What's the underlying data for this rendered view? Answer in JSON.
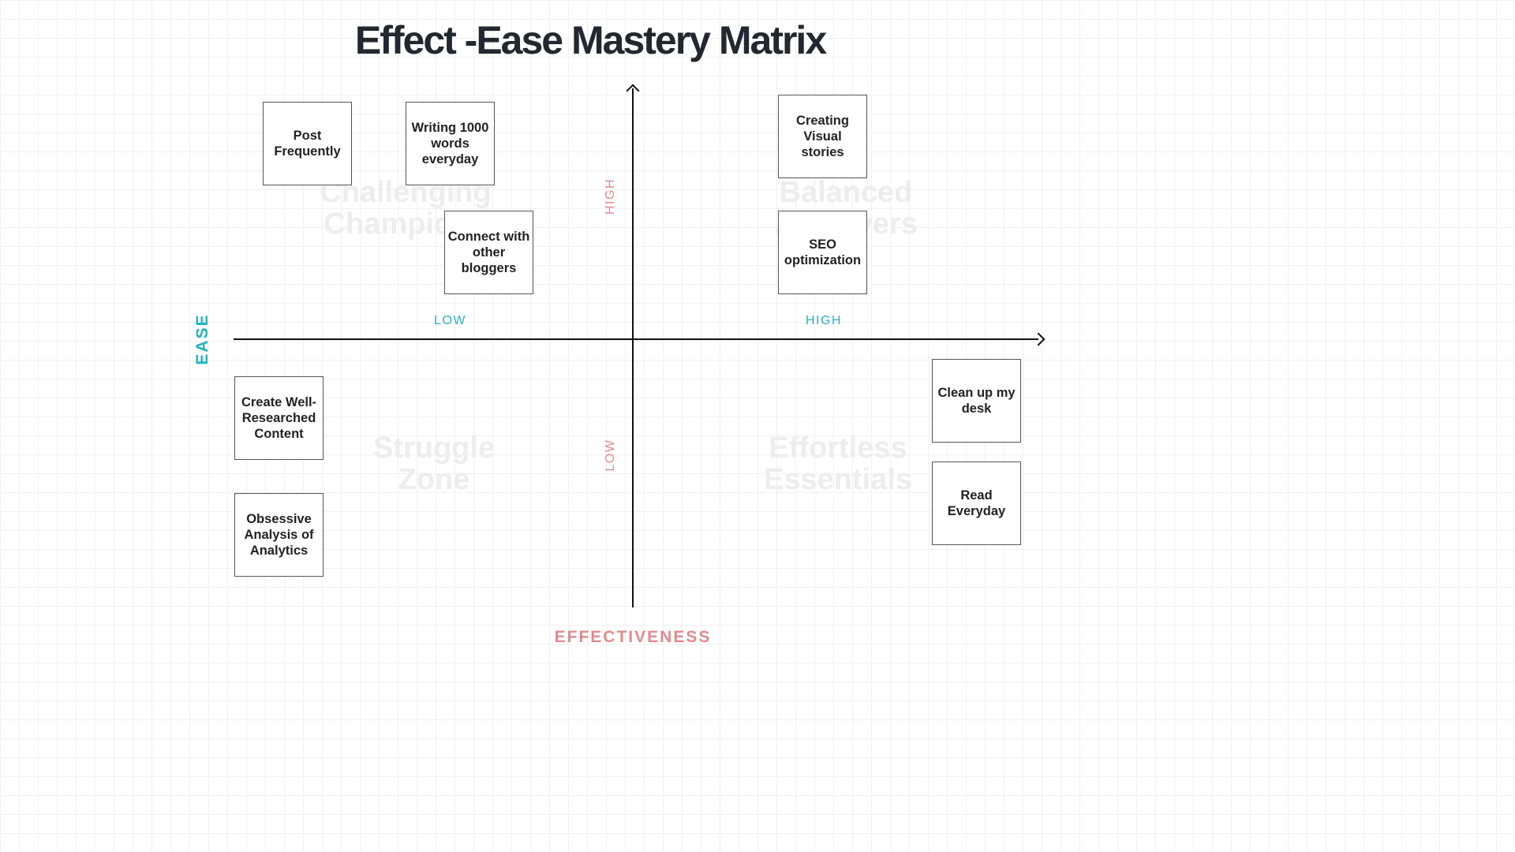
{
  "title": "Effect -Ease Mastery Matrix",
  "axes": {
    "x_title": "EFFECTIVENESS",
    "y_title": "EASE",
    "x_low": "LOW",
    "x_high": "HIGH",
    "y_high": "HIGH",
    "y_low": "LOW"
  },
  "quadrants": {
    "top_left": "Challenging\nChampions",
    "top_right": "Balanced\nAchievers",
    "bottom_left": "Struggle\nZone",
    "bottom_right": "Effortless\nEssentials"
  },
  "cards": [
    "Post Frequently",
    "Writing 1000 words everyday",
    "Connect with other bloggers",
    "Creating Visual stories",
    "SEO optimization",
    "Clean up my desk",
    "Read Everyday",
    "Create Well-Researched Content",
    "Obsessive Analysis of Analytics"
  ],
  "colors": {
    "ease_accent": "#22b5bf",
    "effectiveness_accent": "#e28a8d",
    "title": "#23272f"
  }
}
